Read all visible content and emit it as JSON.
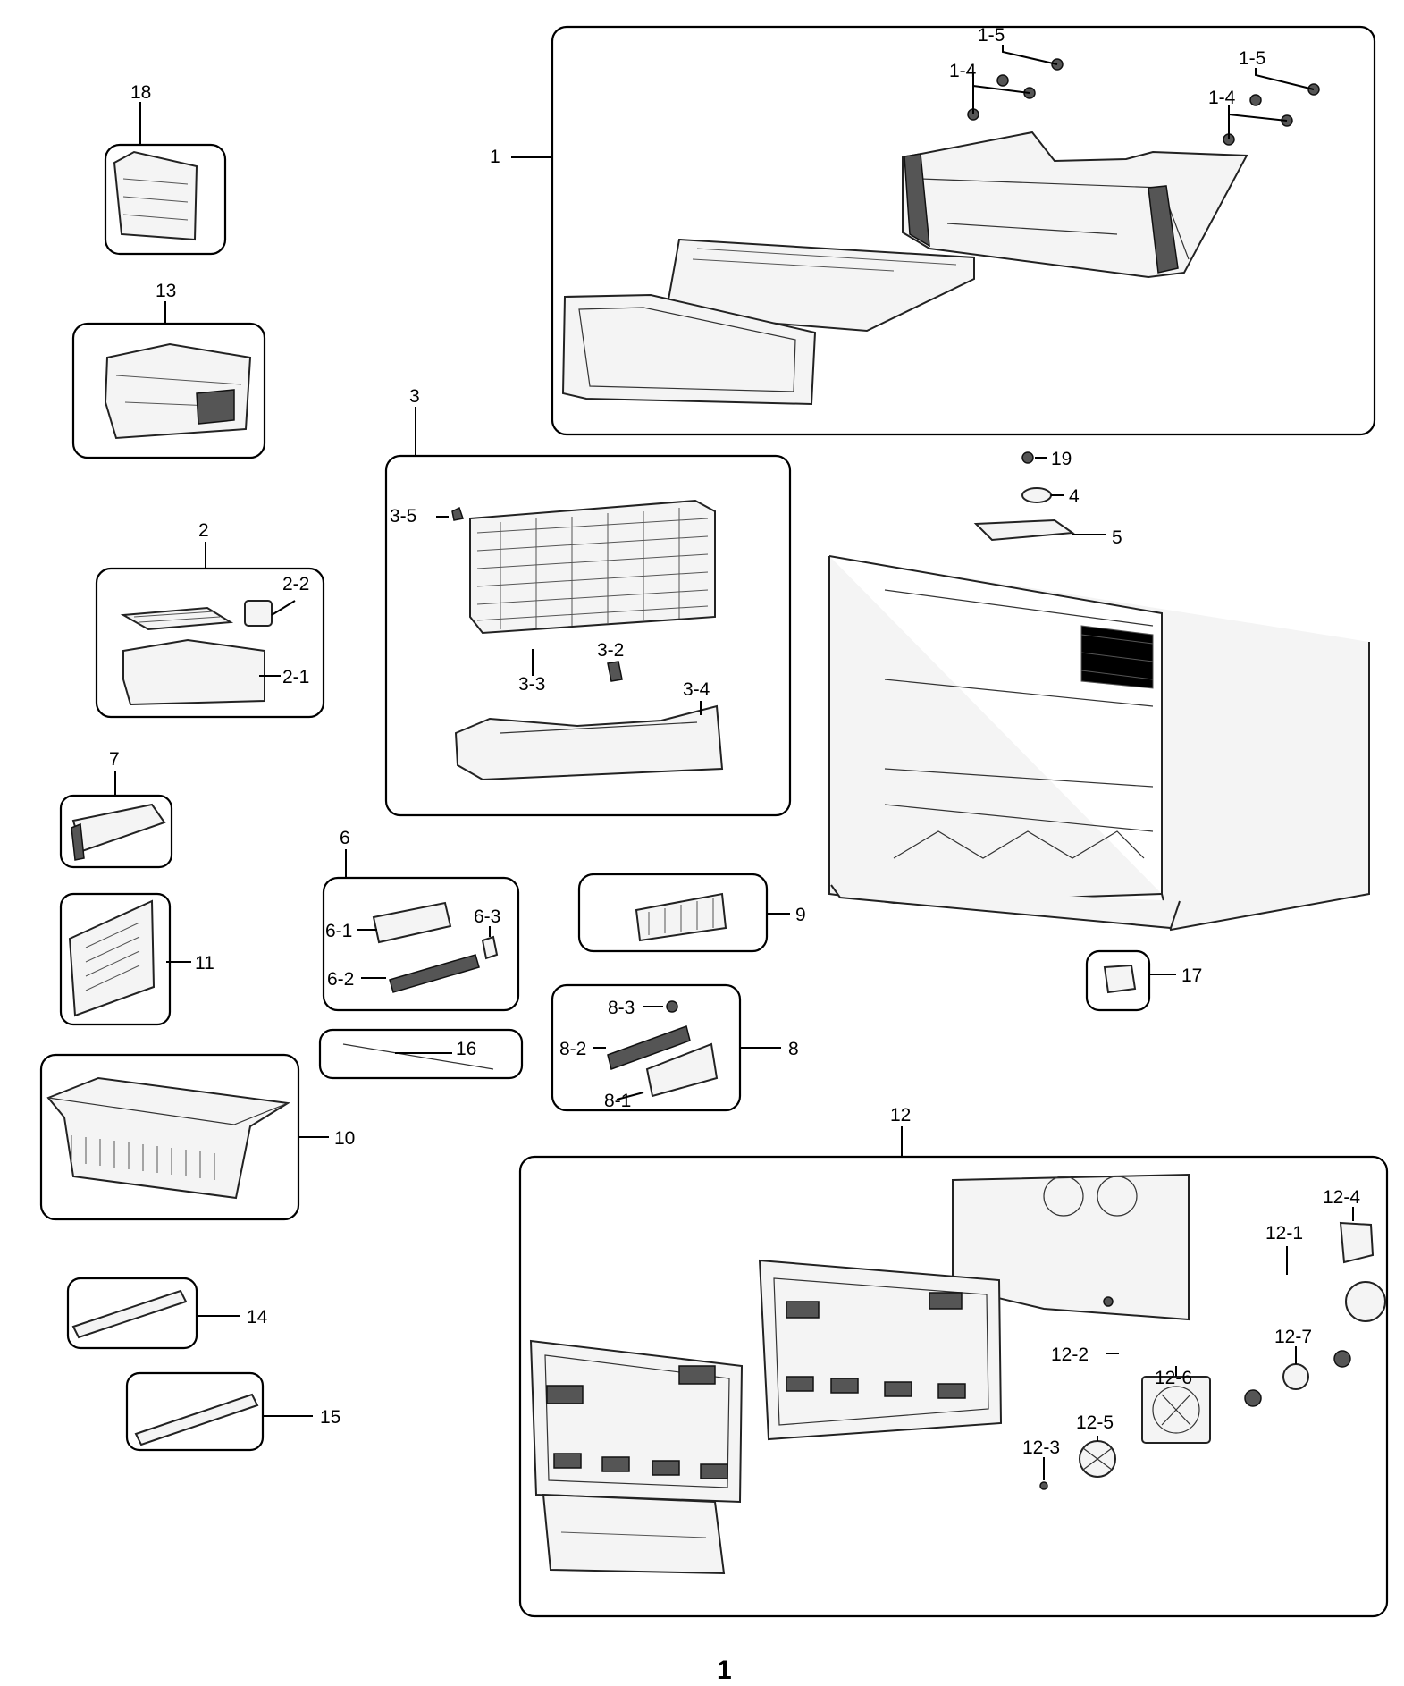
{
  "diagram": {
    "page_number": "1",
    "callouts": {
      "c1": "1",
      "c1_4a": "1-4",
      "c1_5a": "1-5",
      "c1_4b": "1-4",
      "c1_5b": "1-5",
      "c2": "2",
      "c2_1": "2-1",
      "c2_2": "2-2",
      "c3": "3",
      "c3_2": "3-2",
      "c3_3": "3-3",
      "c3_4": "3-4",
      "c3_5": "3-5",
      "c4": "4",
      "c5": "5",
      "c6": "6",
      "c6_1": "6-1",
      "c6_2": "6-2",
      "c6_3": "6-3",
      "c7": "7",
      "c8": "8",
      "c8_1": "8-1",
      "c8_2": "8-2",
      "c8_3": "8-3",
      "c9": "9",
      "c10": "10",
      "c11": "11",
      "c12": "12",
      "c12_1": "12-1",
      "c12_2": "12-2",
      "c12_3": "12-3",
      "c12_4": "12-4",
      "c12_5": "12-5",
      "c12_6": "12-6",
      "c12_7": "12-7",
      "c13": "13",
      "c14": "14",
      "c15": "15",
      "c16": "16",
      "c17": "17",
      "c18": "18",
      "c19": "19"
    }
  }
}
